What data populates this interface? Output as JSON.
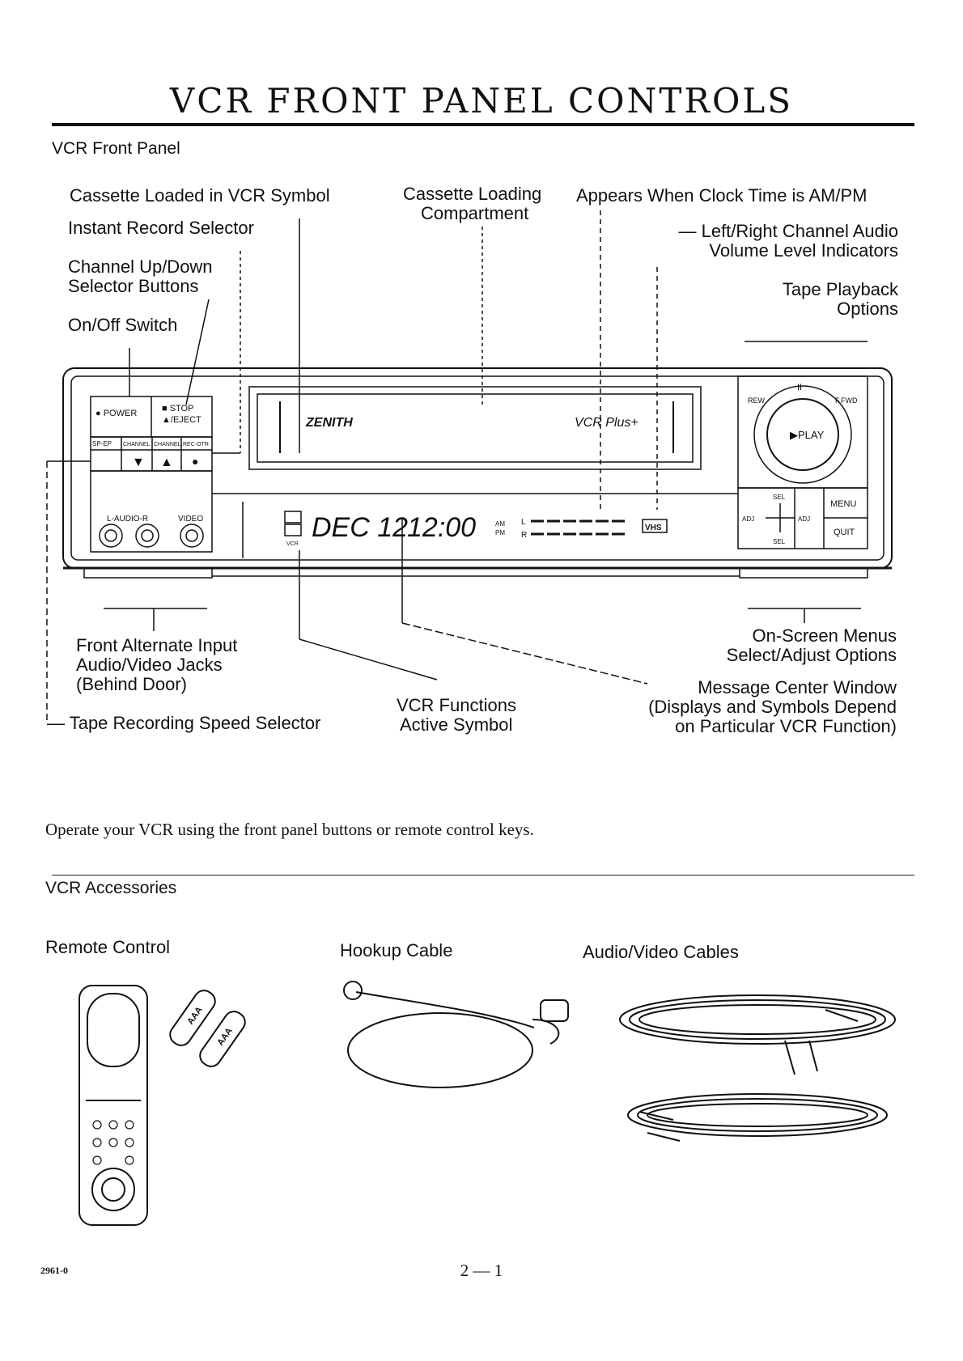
{
  "page": {
    "title": "VCR FRONT PANEL CONTROLS",
    "section_front_panel": "VCR Front Panel",
    "body_text": "Operate your VCR using the front panel buttons or remote control keys.",
    "section_accessories": "VCR Accessories",
    "footer_code": "2961-0",
    "page_number": "2 — 1"
  },
  "callouts_top": {
    "cassette_loaded": "Cassette Loaded in VCR Symbol",
    "instant_record": "Instant Record Selector",
    "channel_1": "Channel Up/Down",
    "channel_2": "Selector Buttons",
    "onoff": "On/Off Switch",
    "loading_1": "Cassette Loading",
    "loading_2": "Compartment",
    "ampm": "Appears When Clock Time is AM/PM",
    "audio_1": "— Left/Right Channel Audio",
    "audio_2": "Volume Level Indicators",
    "playback_1": "Tape Playback",
    "playback_2": "Options"
  },
  "callouts_bottom": {
    "front_alt_1": "Front Alternate Input",
    "front_alt_2": "Audio/Video Jacks",
    "front_alt_3": "(Behind Door)",
    "tape_speed": "— Tape Recording Speed Selector",
    "functions_1": "VCR Functions",
    "functions_2": "Active Symbol",
    "onscreen_1": "On-Screen Menus",
    "onscreen_2": "Select/Adjust Options",
    "message_1": "Message Center Window",
    "message_2": "(Displays and Symbols Depend",
    "message_3": "on Particular VCR Function)"
  },
  "panel": {
    "power": "● POWER",
    "stop": "■ STOP",
    "eject": "▲/EJECT",
    "sp_ep": "SP-EP",
    "ch_down": "CHANNEL",
    "ch_up": "CHANNEL",
    "rec_otr": "REC-OTR",
    "audio_lr": "L-AUDIO-R",
    "video": "VIDEO",
    "brand": "ZENITH",
    "vcr_plus": "VCR Plus+",
    "display_date": "DEC 12",
    "display_time": "12:00",
    "am": "AM",
    "pm": "PM",
    "vcr_symbol": "VCR",
    "l": "L",
    "r": "R",
    "vhs": "VHS",
    "play": "▶PLAY",
    "rew": "REW",
    "ffwd": "F.FWD",
    "pause": "II",
    "sel": "SEL",
    "adj": "ADJ",
    "menu": "MENU",
    "quit": "QUIT"
  },
  "accessories": {
    "remote": "Remote Control",
    "hookup": "Hookup Cable",
    "av_cables": "Audio/Video Cables",
    "battery": "AAA"
  }
}
